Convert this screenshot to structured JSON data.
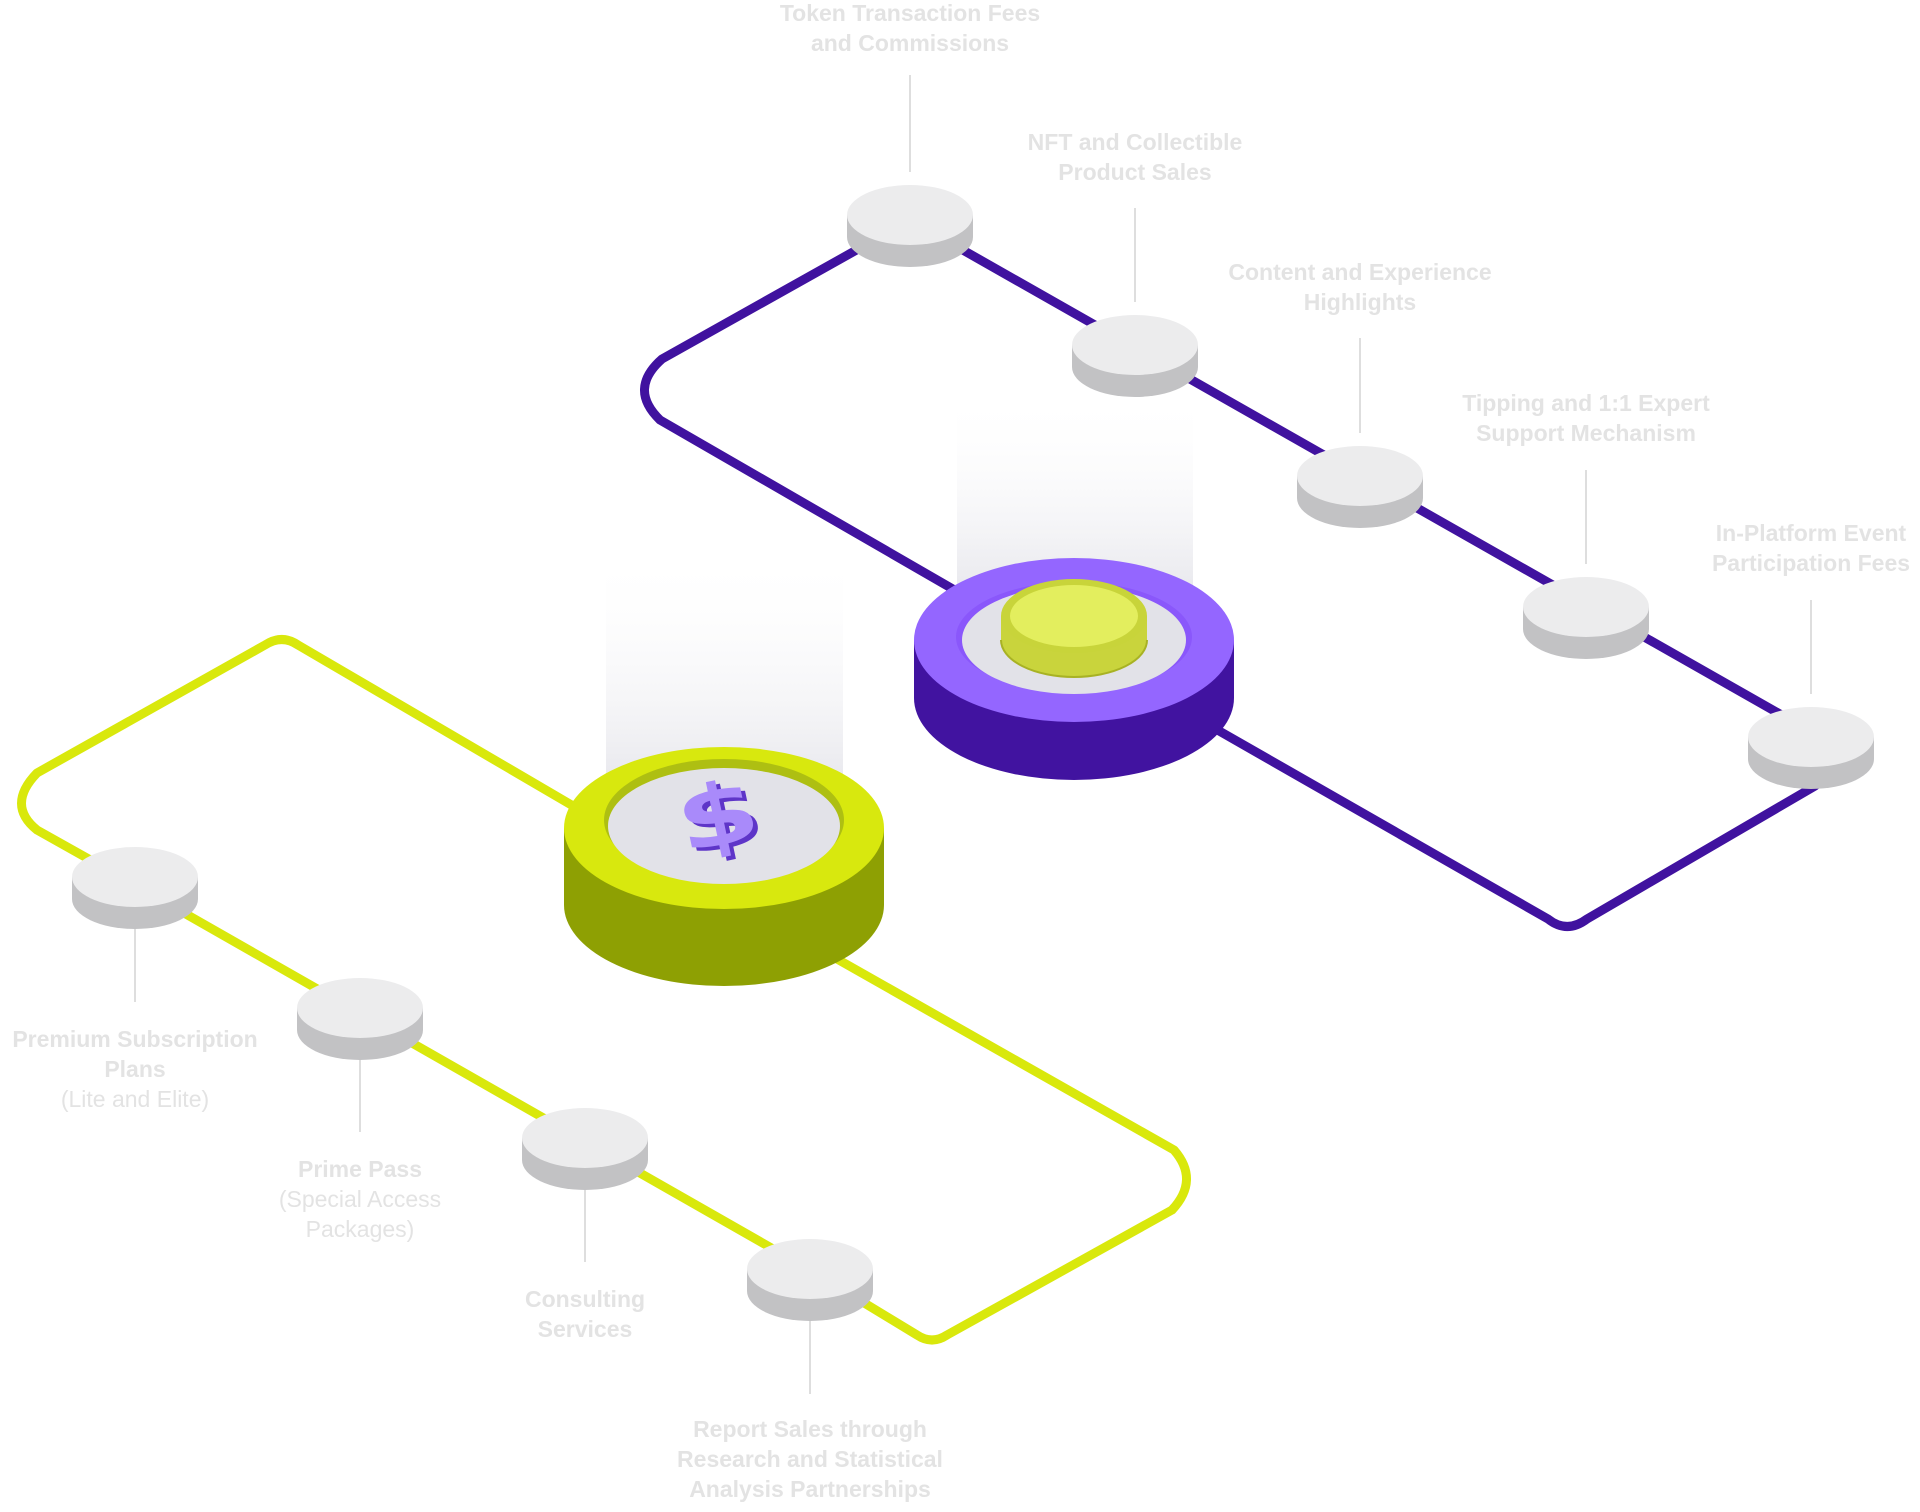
{
  "colors": {
    "background": "#ffffff",
    "purple_track": "#40129f",
    "purple_hub_top": "#9466ff",
    "purple_hub_side": "#4113a0",
    "lime_track": "#d9e80c",
    "lime_hub_top": "#d8e80e",
    "lime_hub_side": "#8ea003",
    "node_top": "#ececed",
    "node_side": "#c2c2c4",
    "label_text": "#e3e3e3",
    "coin": "#e3ee5e"
  },
  "hubs": [
    {
      "id": "crypto-hub",
      "icon": "coin-icon"
    },
    {
      "id": "fiat-hub",
      "icon": "dollar-sign-icon"
    }
  ],
  "crypto_revenue": [
    {
      "title": "Token Transaction Fees\nand Commissions",
      "subtitle": ""
    },
    {
      "title": "NFT and Collectible\nProduct Sales",
      "subtitle": ""
    },
    {
      "title": "Content and Experience\nHighlights",
      "subtitle": ""
    },
    {
      "title": "Tipping and 1:1 Expert\nSupport Mechanism",
      "subtitle": ""
    },
    {
      "title": "In-Platform Event\nParticipation Fees",
      "subtitle": ""
    }
  ],
  "fiat_revenue": [
    {
      "title": "Premium Subscription\nPlans",
      "subtitle": "(Lite and Elite)"
    },
    {
      "title": "Prime Pass",
      "subtitle": "(Special Access\nPackages)"
    },
    {
      "title": "Consulting\nServices",
      "subtitle": ""
    },
    {
      "title": "Report Sales through\nResearch and Statistical\nAnalysis Partnerships",
      "subtitle": ""
    }
  ]
}
